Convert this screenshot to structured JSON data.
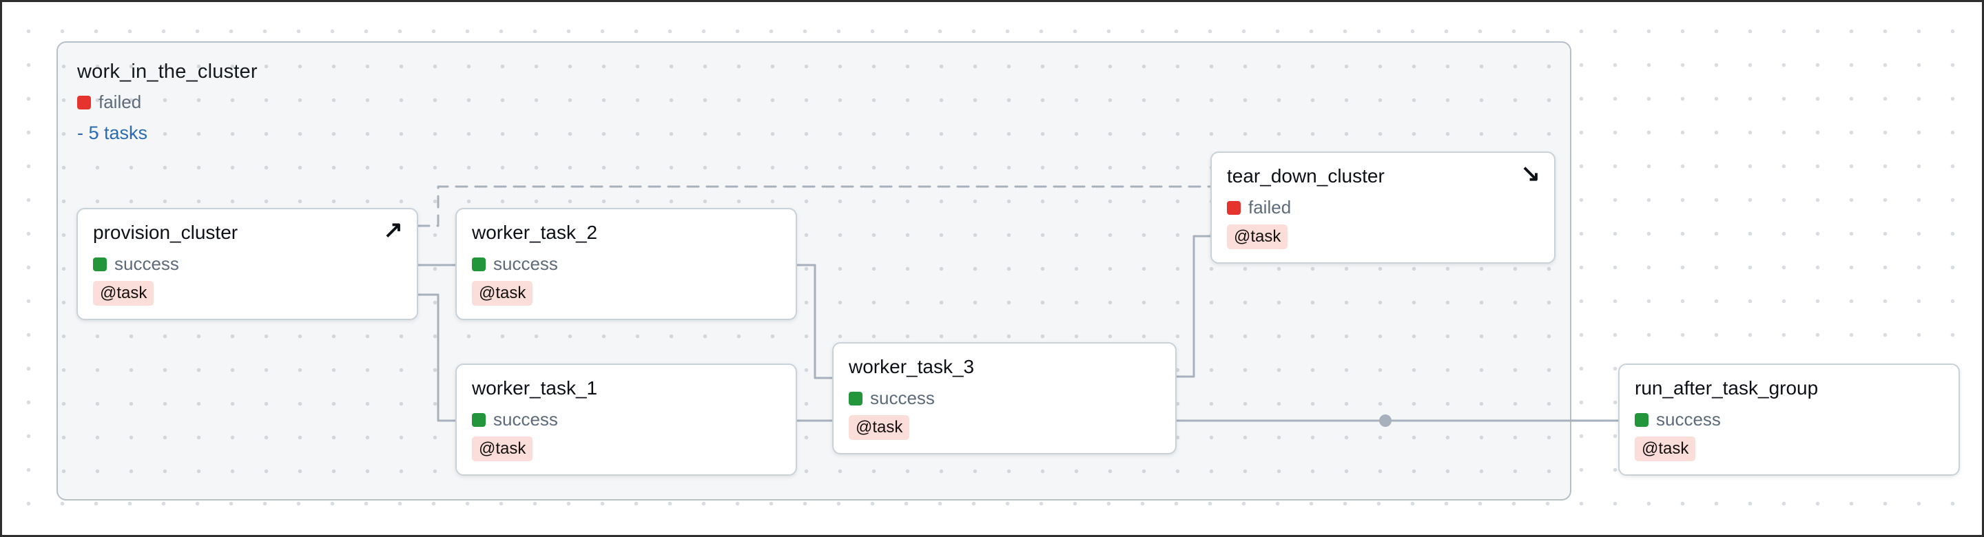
{
  "group": {
    "title": "work_in_the_cluster",
    "status": "failed",
    "tasks_link": "- 5 tasks"
  },
  "nodes": [
    {
      "id": "provision_cluster",
      "title": "provision_cluster",
      "status": "success",
      "badge": "@task",
      "icon_glyph": "↗",
      "icon_name": "setup-arrow"
    },
    {
      "id": "worker_task_2",
      "title": "worker_task_2",
      "status": "success",
      "badge": "@task"
    },
    {
      "id": "worker_task_1",
      "title": "worker_task_1",
      "status": "success",
      "badge": "@task"
    },
    {
      "id": "worker_task_3",
      "title": "worker_task_3",
      "status": "success",
      "badge": "@task"
    },
    {
      "id": "tear_down_cluster",
      "title": "tear_down_cluster",
      "status": "failed",
      "badge": "@task",
      "icon_glyph": "↘",
      "icon_name": "teardown-arrow"
    },
    {
      "id": "run_after_task_group",
      "title": "run_after_task_group",
      "status": "success",
      "badge": "@task"
    }
  ],
  "edges": [
    {
      "source": "provision_cluster",
      "target": "worker_task_2",
      "style": "solid"
    },
    {
      "source": "provision_cluster",
      "target": "worker_task_1",
      "style": "solid"
    },
    {
      "source": "provision_cluster",
      "target": "tear_down_cluster",
      "style": "dashed"
    },
    {
      "source": "worker_task_2",
      "target": "worker_task_3",
      "style": "solid"
    },
    {
      "source": "worker_task_1",
      "target": "worker_task_3",
      "style": "solid"
    },
    {
      "source": "worker_task_3",
      "target": "tear_down_cluster",
      "style": "solid"
    },
    {
      "source": "worker_task_3",
      "target": "run_after_task_group",
      "style": "solid"
    }
  ],
  "colors": {
    "success": "#23963c",
    "failed": "#e5332e",
    "edge": "#a6b1bd",
    "link": "#2b6cb0",
    "badge_bg": "#fbdeda",
    "group_bg": "#f5f6f8",
    "node_border": "#c9d1d9"
  }
}
